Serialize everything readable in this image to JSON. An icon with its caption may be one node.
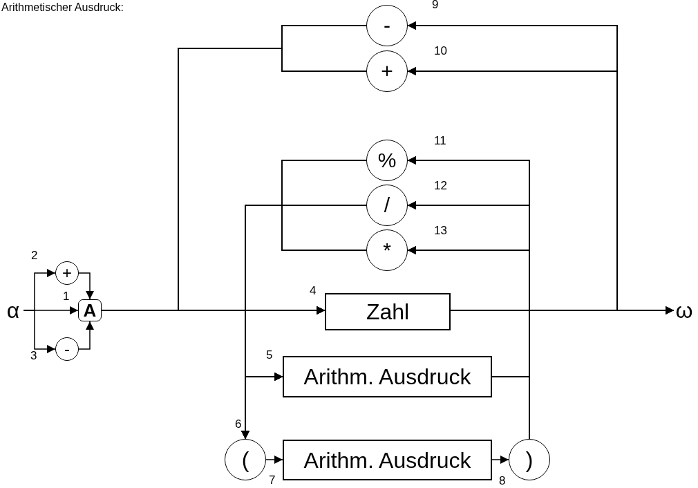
{
  "diagram": {
    "title": "Arithmetischer Ausdruck:",
    "nodes": [
      {
        "text": [
          "α"
        ]
      },
      {
        "text": [
          "+"
        ],
        "beside": [
          "2"
        ]
      },
      {
        "text": [
          "A"
        ],
        "beside": [
          "1"
        ]
      },
      {
        "text": [
          "-"
        ],
        "beside": [
          "3"
        ]
      },
      {
        "text": [
          "Zahl"
        ],
        "beside": [
          "4"
        ]
      },
      {
        "text": [
          "Arithm. Ausdruck"
        ],
        "beside": [
          "5"
        ]
      },
      {
        "text": [
          "("
        ],
        "beside": [
          "6"
        ]
      },
      {
        "text": [
          "Arithm. Ausdruck"
        ],
        "beside": [
          "7"
        ]
      },
      {
        "text": [
          ")"
        ],
        "beside": [
          "8"
        ]
      },
      {
        "text": [
          "-"
        ],
        "beside": [
          "9"
        ]
      },
      {
        "text": [
          "+"
        ],
        "beside": [
          "10"
        ]
      },
      {
        "text": [
          "%"
        ],
        "beside": [
          "11"
        ]
      },
      {
        "text": [
          "/"
        ],
        "beside": [
          "12"
        ]
      },
      {
        "text": [
          "*"
        ],
        "beside": [
          "13"
        ]
      },
      {
        "text": [
          "ω"
        ]
      }
    ],
    "edges": [
      {
        "from": 0,
        "to": 1,
        "arrow": "to"
      },
      {
        "from": 0,
        "to": 2,
        "arrow": "to"
      },
      {
        "from": 0,
        "to": 3,
        "arrow": "to"
      },
      {
        "from": 1,
        "to": 2,
        "arrow": "to"
      },
      {
        "from": 3,
        "to": 2,
        "arrow": "to"
      },
      {
        "from": 2,
        "to": 4,
        "arrow": "to"
      },
      {
        "from": 2,
        "to": 5,
        "arrow": "to"
      },
      {
        "from": 2,
        "to": 6,
        "arrow": "to"
      },
      {
        "from": 9,
        "to": 4,
        "arrow": "to"
      },
      {
        "from": 9,
        "to": 5,
        "arrow": "to"
      },
      {
        "from": 9,
        "to": 6,
        "arrow": "to"
      },
      {
        "from": 10,
        "to": 4,
        "arrow": "to"
      },
      {
        "from": 10,
        "to": 5,
        "arrow": "to"
      },
      {
        "from": 10,
        "to": 6,
        "arrow": "to"
      },
      {
        "from": 11,
        "to": 4,
        "arrow": "to"
      },
      {
        "from": 11,
        "to": 5,
        "arrow": "to"
      },
      {
        "from": 11,
        "to": 6,
        "arrow": "to"
      },
      {
        "from": 12,
        "to": 4,
        "arrow": "to"
      },
      {
        "from": 12,
        "to": 5,
        "arrow": "to"
      },
      {
        "from": 12,
        "to": 6,
        "arrow": "to"
      },
      {
        "from": 13,
        "to": 4,
        "arrow": "to"
      },
      {
        "from": 13,
        "to": 5,
        "arrow": "to"
      },
      {
        "from": 13,
        "to": 6,
        "arrow": "to"
      },
      {
        "from": 6,
        "to": 7,
        "arrow": "to"
      },
      {
        "from": 7,
        "to": 8,
        "arrow": "to"
      },
      {
        "from": 4,
        "to": 14,
        "arrow": "to"
      },
      {
        "from": 5,
        "to": 14,
        "arrow": "to"
      },
      {
        "from": 8,
        "to": 14,
        "arrow": "to"
      },
      {
        "from": 4,
        "to": 9,
        "arrow": "to"
      },
      {
        "from": 4,
        "to": 10,
        "arrow": "to"
      },
      {
        "from": 4,
        "to": 11,
        "arrow": "to"
      },
      {
        "from": 4,
        "to": 12,
        "arrow": "to"
      },
      {
        "from": 4,
        "to": 13,
        "arrow": "to"
      },
      {
        "from": 5,
        "to": 9,
        "arrow": "to"
      },
      {
        "from": 5,
        "to": 10,
        "arrow": "to"
      },
      {
        "from": 5,
        "to": 11,
        "arrow": "to"
      },
      {
        "from": 5,
        "to": 12,
        "arrow": "to"
      },
      {
        "from": 5,
        "to": 13,
        "arrow": "to"
      },
      {
        "from": 8,
        "to": 9,
        "arrow": "to"
      },
      {
        "from": 8,
        "to": 10,
        "arrow": "to"
      },
      {
        "from": 8,
        "to": 11,
        "arrow": "to"
      },
      {
        "from": 8,
        "to": 12,
        "arrow": "to"
      },
      {
        "from": 8,
        "to": 13,
        "arrow": "to"
      }
    ]
  }
}
